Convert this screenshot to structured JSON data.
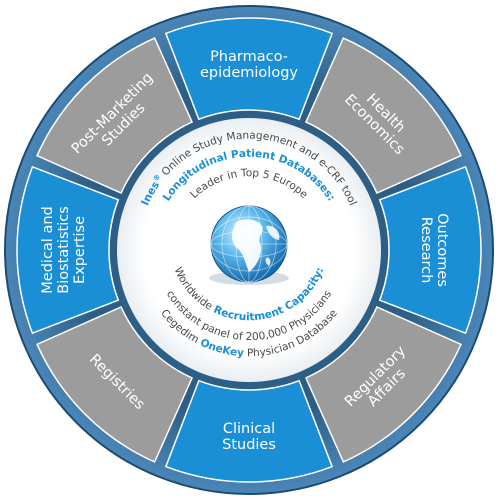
{
  "segments": [
    {
      "lines": [
        "Health",
        "Economics"
      ],
      "color": "#9c9c9c"
    },
    {
      "lines": [
        "Outcomes",
        "Research"
      ],
      "color": "#1a8fd6"
    },
    {
      "lines": [
        "Regulatory",
        "Affairs"
      ],
      "color": "#9c9c9c"
    },
    {
      "lines": [
        "Clinical",
        "Studies"
      ],
      "color": "#1a8fd6"
    },
    {
      "lines": [
        "Registries"
      ],
      "color": "#9c9c9c"
    },
    {
      "lines": [
        "Medical and",
        "Biostatistics",
        "Expertise"
      ],
      "color": "#1a8fd6"
    },
    {
      "lines": [
        "Post-Marketing",
        "Studies"
      ],
      "color": "#9c9c9c"
    },
    {
      "lines": [
        "Pharmaco-",
        "epidemiology"
      ],
      "color": "#1a8fd6"
    }
  ],
  "center": {
    "top1_accent": "Ines",
    "top1_reg": "®",
    "top1_rest": " Online Study Management and e-CRF tool",
    "top2": "Longitudinal Patient Databases:",
    "top3": "Leader in Top 5 Europe",
    "bottom1_a": "Worldwide ",
    "bottom1_b": "Recruitment Capacity:",
    "bottom2": "constant panel of 200,000 Physicians",
    "bottom3_a": "Cegedim ",
    "bottom3_b": "OneKey",
    "bottom3_c": " Physician Database"
  },
  "colors": {
    "blue": "#1a8fd6",
    "gray": "#9c9c9c",
    "dark_ring": "#2d5f86",
    "text": "#4a4a4a"
  }
}
